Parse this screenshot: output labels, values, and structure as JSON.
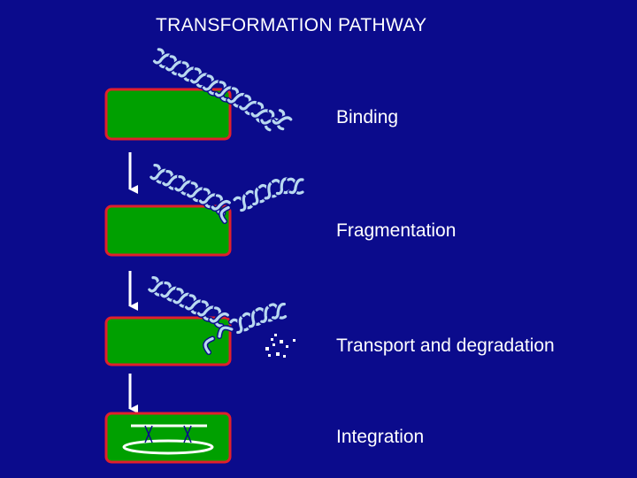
{
  "title": "TRANSFORMATION PATHWAY",
  "steps": [
    {
      "label": "Binding"
    },
    {
      "label": "Fragmentation"
    },
    {
      "label": "Transport and degradation"
    },
    {
      "label": "Integration"
    }
  ],
  "colors": {
    "background": "#0b0b8c",
    "cell_fill": "#00a000",
    "cell_border": "#e0202c",
    "dna_fill": "#b8d8f0",
    "dna_outline": "#0b0b8c",
    "arrow": "#ffffff",
    "text": "#ffffff"
  }
}
